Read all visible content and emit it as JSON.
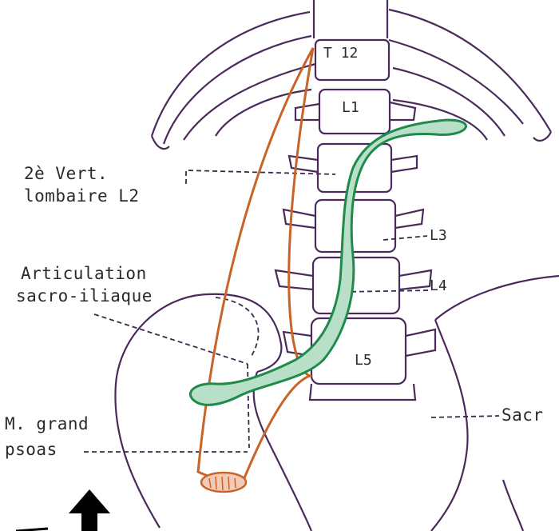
{
  "labels": {
    "t12": "T 12",
    "l1": "L1",
    "l3": "L3",
    "l4": "L4",
    "l5": "L5",
    "vert_l2_line1": "2è Vert.",
    "vert_l2_line2": "lombaire L2",
    "sacro_line1": "Articulation",
    "sacro_line2": "sacro-iliaque",
    "psoas_line1": "M. grand",
    "psoas_line2": "psoas",
    "sacrum": "Sacr"
  },
  "colors": {
    "bone_outline": "#4a2a5a",
    "psoas_outline": "#c86428",
    "canal_outline": "#1f8a4a",
    "canal_fill": "#b8e0c8",
    "dash": "#3a2a4a",
    "arrow": "#000000"
  },
  "icons": {
    "arrow": "up-arrow-icon"
  }
}
